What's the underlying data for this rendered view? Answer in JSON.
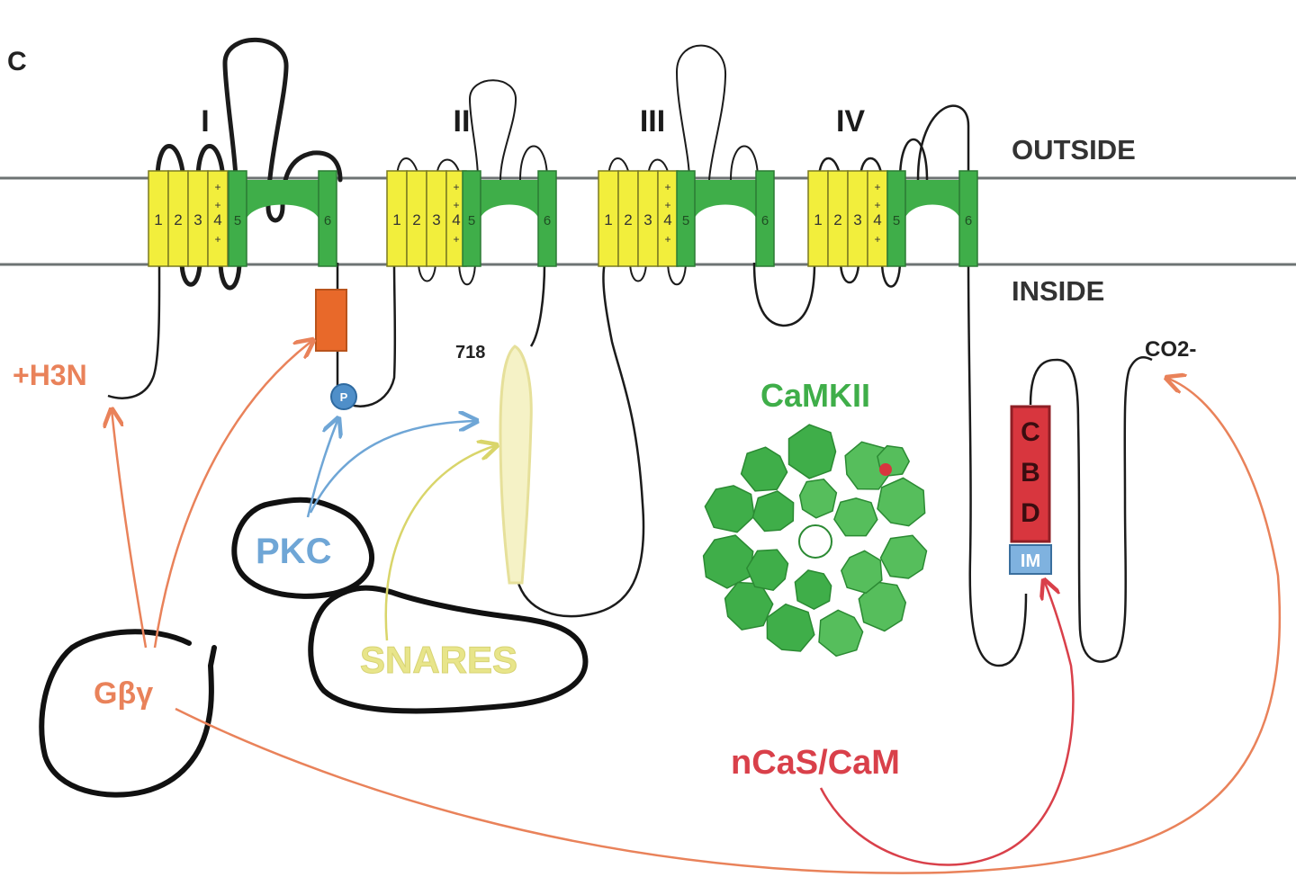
{
  "panel_label": "C",
  "membrane": {
    "outside_label": "OUTSIDE",
    "inside_label": "INSIDE"
  },
  "domains": [
    {
      "label": "I",
      "segments": [
        "1",
        "2",
        "3",
        "4",
        "5",
        "6"
      ]
    },
    {
      "label": "II",
      "segments": [
        "1",
        "2",
        "3",
        "4",
        "5",
        "6"
      ]
    },
    {
      "label": "III",
      "segments": [
        "1",
        "2",
        "3",
        "4",
        "5",
        "6"
      ]
    },
    {
      "label": "IV",
      "segments": [
        "1",
        "2",
        "3",
        "4",
        "5",
        "6"
      ]
    }
  ],
  "termini": {
    "n_terminus": "+H3N",
    "c_terminus": "CO2-"
  },
  "markers": {
    "phospho": "P",
    "residue": "718",
    "cbd_letters": [
      "C",
      "B",
      "D"
    ],
    "im": "IM"
  },
  "labels": {
    "camkii": "CaMKII",
    "pkc": "PKC",
    "snares": "SNARES",
    "gbg": "Gβγ",
    "ncas": "nCaS/CaM"
  },
  "colors": {
    "vsd_yellow": "#f2ee3c",
    "pore_green": "#3fae49",
    "gbg_orange": "#e9825a",
    "pkc_blue": "#6fa6d6",
    "snare_yellow": "#e8e58a",
    "camkii_green": "#3fae49",
    "cbd_red": "#d8363e",
    "ncas_red": "#d9404a",
    "orange_box": "#e8692a"
  }
}
